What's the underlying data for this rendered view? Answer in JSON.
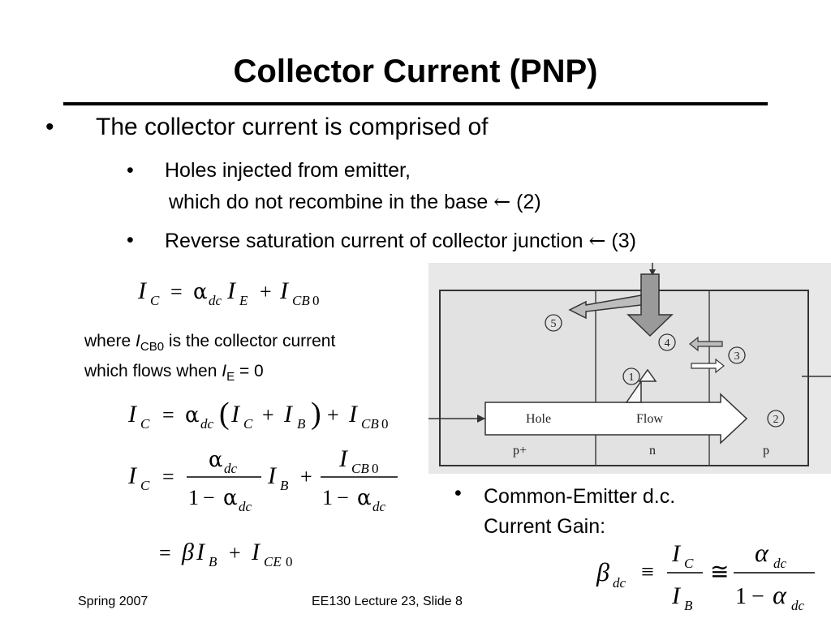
{
  "slide": {
    "title": "Collector Current (PNP)",
    "bullets": {
      "main": "The collector current is comprised of",
      "sub1_line1": "Holes injected from emitter,",
      "sub1_line2": "which do not recombine in the base",
      "sub1_ref": "(2)",
      "sub2": "Reverse saturation current of collector junction",
      "sub2_ref": "(3)",
      "bullet_glyph": "•",
      "arrow_glyph": "←"
    },
    "where_note": {
      "line1_prefix": "where ",
      "line1_symbol": "I",
      "line1_sub": "CB0",
      "line1_suffix": " is the collector current",
      "line2_prefix": "which flows when ",
      "line2_symbol": "I",
      "line2_sub": "E",
      "line2_suffix": " = 0"
    },
    "equations": {
      "eq1": "I_C = α_dc I_E + I_CB0",
      "eq2": "I_C = α_dc (I_C + I_B) + I_CB0",
      "eq3": "I_C = α_dc/(1 − α_dc) I_B + I_CB0/(1 − α_dc)",
      "eq4": "= β I_B + I_CE0",
      "eq5": "β_dc ≡ I_C / I_B ≅ α_dc/(1 − α_dc)"
    },
    "common_emitter": {
      "line1": "Common-Emitter d.c.",
      "line2": "Current Gain:"
    },
    "figure": {
      "regions": [
        "p+",
        "n",
        "p"
      ],
      "flow_label_left": "Hole",
      "flow_label_right": "Flow",
      "circled": [
        "1",
        "2",
        "3",
        "4",
        "5"
      ]
    },
    "footer": {
      "left": "Spring 2007",
      "center": "EE130 Lecture 23, Slide 8"
    }
  }
}
